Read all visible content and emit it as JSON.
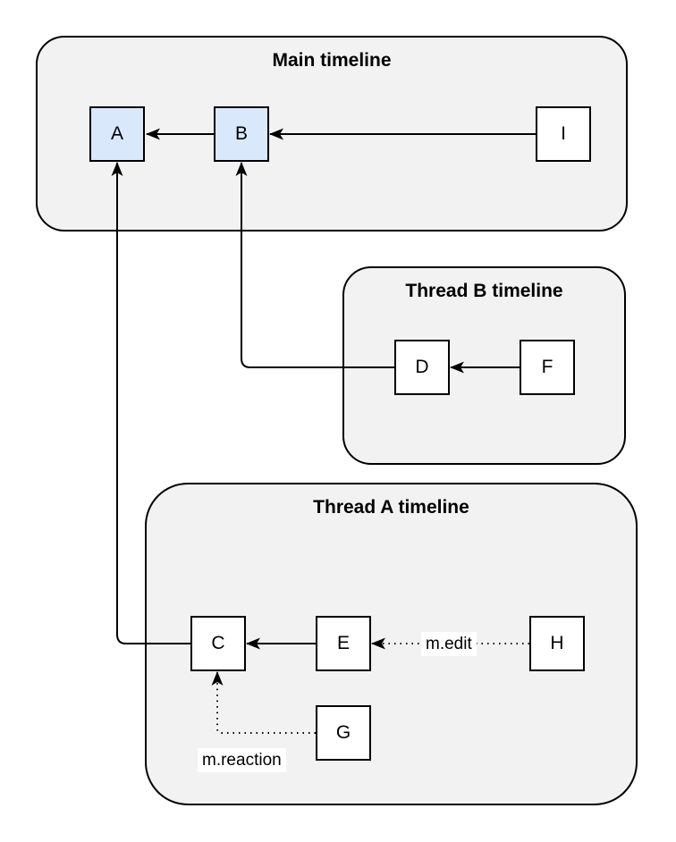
{
  "diagram": {
    "groups": [
      {
        "id": "main-timeline",
        "title": "Main timeline"
      },
      {
        "id": "thread-b-timeline",
        "title": "Thread B timeline"
      },
      {
        "id": "thread-a-timeline",
        "title": "Thread A timeline"
      }
    ],
    "nodes": [
      {
        "id": "A",
        "label": "A",
        "variant": "highlight",
        "group": "main-timeline"
      },
      {
        "id": "B",
        "label": "B",
        "variant": "highlight",
        "group": "main-timeline"
      },
      {
        "id": "I",
        "label": "I",
        "variant": "plain",
        "group": "main-timeline"
      },
      {
        "id": "D",
        "label": "D",
        "variant": "plain",
        "group": "thread-b-timeline"
      },
      {
        "id": "F",
        "label": "F",
        "variant": "plain",
        "group": "thread-b-timeline"
      },
      {
        "id": "C",
        "label": "C",
        "variant": "plain",
        "group": "thread-a-timeline"
      },
      {
        "id": "E",
        "label": "E",
        "variant": "plain",
        "group": "thread-a-timeline"
      },
      {
        "id": "H",
        "label": "H",
        "variant": "plain",
        "group": "thread-a-timeline"
      },
      {
        "id": "G",
        "label": "G",
        "variant": "plain",
        "group": "thread-a-timeline"
      }
    ],
    "edges": [
      {
        "from": "B",
        "to": "A",
        "style": "solid",
        "label": ""
      },
      {
        "from": "I",
        "to": "B",
        "style": "solid",
        "label": ""
      },
      {
        "from": "F",
        "to": "D",
        "style": "solid",
        "label": ""
      },
      {
        "from": "E",
        "to": "C",
        "style": "solid",
        "label": ""
      },
      {
        "from": "H",
        "to": "E",
        "style": "dotted",
        "label": "m.edit"
      },
      {
        "from": "D",
        "to": "B",
        "style": "solid",
        "label": ""
      },
      {
        "from": "C",
        "to": "A",
        "style": "solid",
        "label": ""
      },
      {
        "from": "G",
        "to": "C",
        "style": "dotted",
        "label": "m.reaction"
      }
    ],
    "colors": {
      "group_fill": "#f2f2f2",
      "group_border": "#000000",
      "node_fill": "#ffffff",
      "node_highlight_fill": "#dae8fc",
      "node_border": "#000000",
      "edge_color": "#000000",
      "label_bg": "#ffffff",
      "text_color": "#000000"
    }
  }
}
